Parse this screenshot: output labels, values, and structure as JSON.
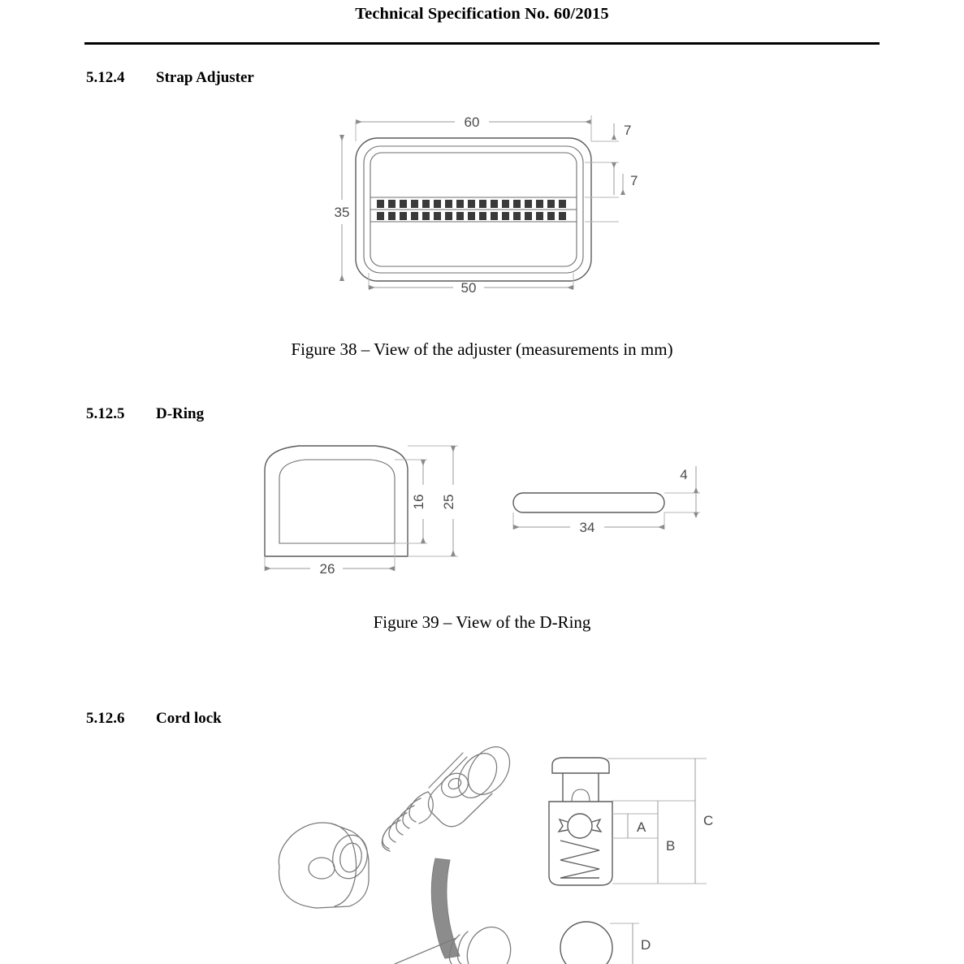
{
  "document": {
    "header_title": "Technical Specification No. 60/2015"
  },
  "sections": [
    {
      "number": "5.12.4",
      "title": "Strap Adjuster",
      "figure": {
        "caption": "Figure 38 – View of the adjuster (measurements in mm)",
        "dimensions": {
          "overall_width": "60",
          "inner_width": "50",
          "overall_height": "35",
          "frame_thickness_top": "7",
          "bar_offset": "7"
        },
        "teeth_rows": 2,
        "teeth_per_row": 18
      }
    },
    {
      "number": "5.12.5",
      "title": "D-Ring",
      "figure": {
        "caption": "Figure 39 – View of the D-Ring",
        "dimensions": {
          "front_width": "26",
          "inner_height": "16",
          "outer_height": "25",
          "side_length": "34",
          "side_thickness": "4"
        }
      }
    },
    {
      "number": "5.12.6",
      "title": "Cord lock",
      "figure": {
        "dimension_labels": {
          "a": "A",
          "b": "B",
          "c": "C",
          "d": "D"
        },
        "parts": [
          "cord-lock-barrel",
          "cord-lock-plunger-with-spring",
          "cord-with-end-piece",
          "cord-lock-cross-section",
          "cord-lock-top-view"
        ]
      }
    }
  ],
  "colors": {
    "ink": "#000000",
    "drawing_line": "#5c5c5c",
    "dimension_line": "#9a9a9a",
    "sketch_line": "#7a7a7a",
    "tooth_fill": "#3a3a3a",
    "cord_fill": "#8c8c8c",
    "page_background": "#ffffff"
  }
}
